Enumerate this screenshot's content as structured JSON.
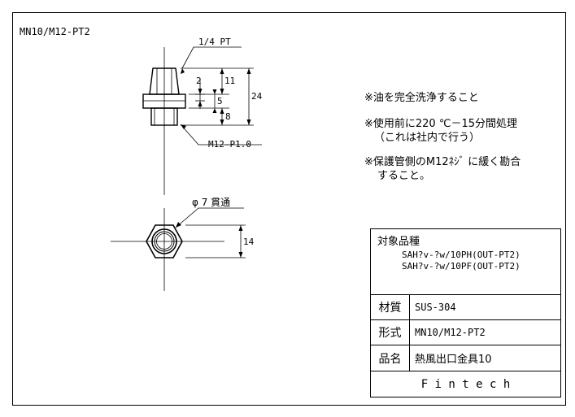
{
  "drawing": {
    "model_code": "MN10/M12-PT2",
    "labels": {
      "thread_top": "1/4 PT",
      "thread_bottom": "M12-P1.0",
      "through_hole": "φ 7 貫通"
    },
    "dims": {
      "d2": "2",
      "d11": "11",
      "d5": "5",
      "d8": "8",
      "d24": "24",
      "d14": "14"
    }
  },
  "notes": [
    "※油を完全洗浄すること",
    "※使用前に220 ℃－15分間処理",
    "（これは社内で行う）",
    "※保護管側のM12ﾈｼﾞ に緩く勘合",
    "すること。"
  ],
  "title_block": {
    "target_label": "対象品種",
    "targets": [
      "SAH?v-?w/10PH(OUT-PT2)",
      "SAH?v-?w/10PF(OUT-PT2)"
    ],
    "rows": [
      {
        "label": "材質",
        "value": "SUS-304"
      },
      {
        "label": "形式",
        "value": "MN10/M12-PT2"
      },
      {
        "label": "品名",
        "value": "熱風出口金具10"
      }
    ],
    "company": "F i n t e c h"
  }
}
